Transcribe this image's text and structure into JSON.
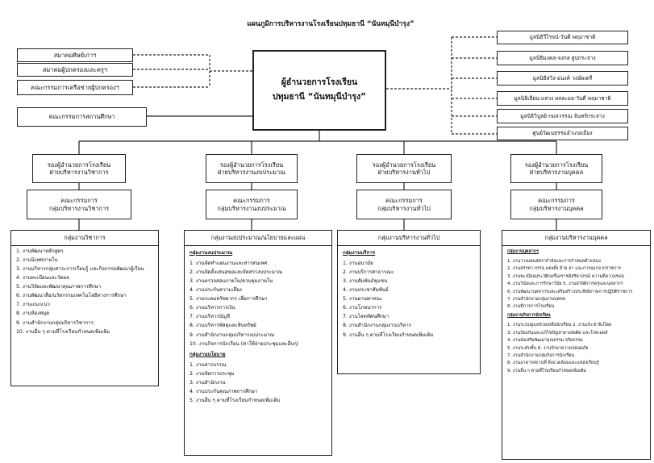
{
  "title": "แผนภูมิการบริหารงานโรงเรียนปทุมธานี “นันทมุนีบำรุง”",
  "director": {
    "line1": "ผู้อำนวยการโรงเรียน",
    "line2": "ปทุมธานี “นันทมุนีบำรุง”"
  },
  "left_boxes": [
    "สมาคมศิษย์เก่าฯ",
    "สมาคมผู้ปกครองและครูฯ",
    "คณะกรรมการเครือข่ายผู้ปกครองฯ",
    "คณะกรรมการสถานศึกษา"
  ],
  "right_boxes": [
    "มูลนิธิวีโรจน์-วันดี พฤมาชาติ",
    "มูลนิธิมงคล-จงกล ฐปกระจ่าง",
    "มูลนิธิสวิง-อนงค์ วงษ์ผเดรี",
    "มูลนิธิเยียน-แสวง ผลละออ-วันดี พฤมาชาติ",
    "มูลนิธิวิบูลย์-กมลวรรณ จันทร์กระจ่าง",
    "ศูนย์วัฒนธรรมอำเภอเมือง"
  ],
  "deputies": [
    {
      "l1": "รองผู้อำนวยการโรงเรียน",
      "l2": "ฝ่ายบริหารงานวิชาการ"
    },
    {
      "l1": "รองผู้อำนวยการโรงเรียน",
      "l2": "ฝ่ายบริหารงานงบประมาณ"
    },
    {
      "l1": "รองผู้อำนวยการโรงเรียน",
      "l2": "ฝ่ายบริหารงานทั่วไป"
    },
    {
      "l1": "รองผู้อำนวยการโรงเรียน",
      "l2": "ฝ่ายบริหารงานบุคคล"
    }
  ],
  "committees": [
    {
      "l1": "คณะกรรมการ",
      "l2": "กลุ่มบริหารงานวิชาการ"
    },
    {
      "l1": "คณะกรรมการ",
      "l2": "กลุ่มบริหารงานงบประมาณ"
    },
    {
      "l1": "คณะกรรมการ",
      "l2": "กลุ่มบริหารงานทั่วไป"
    },
    {
      "l1": "คณะกรรมการ",
      "l2": "กลุ่มบริหารงานบุคคล"
    }
  ],
  "groups": [
    {
      "header": "กลุ่มงานวิชาการ",
      "sections": [
        {
          "sub": "",
          "items": [
            "1. งานพัฒนาหลักสูตร",
            "2. งานนิเทศภายใน",
            "3. งานบริหารกลุ่มสาระการเรียนรู้ และกิจกรรมพัฒนาผู้เรียน",
            "4. งานทะเบียนและวัดผล",
            "5. งานวิจัยและพัฒนาคุณภาพการศึกษา",
            "6. งานพัฒนาสื่อ/นวัตกรรมเทคโนโลยีทางการศึกษา",
            "7. งานแนะแนว",
            "8. งานห้องสมุด",
            "9. งานสำนักงานกลุ่มบริหารวิชาการ",
            "10. งานอื่น ๆ ตามที่โรงเรียนกำหนดเพิ่มเติม"
          ]
        }
      ]
    },
    {
      "header": "กลุ่มงานงบประมาณ/นโยบายและแผน",
      "sections": [
        {
          "sub": "กลุ่มงานงบประมาณ",
          "items": [
            "1. งานจัดทำแผนงานและสารสนเทศ",
            "2. งานจัดตั้งเสนอขอและจัดสรรงบประมาณ",
            "3. งานตรวจสอบภายใน/ควบคุมภายใน",
            "4. งานประกันความเสี่ยง",
            "5. งานระดมทรัพยากร เพื่อการศึกษา",
            "6. งานบริหารการเงิน",
            "7. งานบริหารบัญชี",
            "8. งานบริหารพัสดุและสินทรัพย์",
            "9. งานสำนักงานกลุ่มบริหารงบประมาณ",
            "10. งานกิจการนักเรียน (ค่าใช้จ่ายประชุมและอื่นๆ)"
          ]
        },
        {
          "sub": "กลุ่มงานนโยบาย",
          "items": [
            "1. งานสารบรรณ",
            "2. งานจัดการประชุม",
            "3. งานสำนักงาน",
            "4. งานประกันคุณภาพการศึกษา",
            "5. งานอื่น ๆ ตามที่โรงเรียนกำหนดเพิ่มเติม"
          ]
        }
      ]
    },
    {
      "header": "กลุ่มงานบริหารงานทั่วไป",
      "sections": [
        {
          "sub": "กลุ่มงานบริการ",
          "items": [
            "1. งานอนามัย",
            "2. งานบริการสาธารณะ",
            "3. งานสัมพันธ์ชุมชน",
            "4. งานประชาสัมพันธ์",
            "5. งานยานพาหนะ",
            "6. งานโภชนาการ",
            "7. งานโสตทัศนศึกษา",
            "8. งานสำนักงานกลุ่มงานบริหาร",
            "9. งานอื่น ๆ ตามที่โรงเรียนกำหนดเพิ่มเติม"
          ]
        }
      ]
    },
    {
      "header": "กลุ่มงานบริหารงานบุคคล",
      "sections": [
        {
          "sub": "กลุ่มงานบุคลากร",
          "items": [
            "1. งานวางแผนอัตรากำลังและการกำหนดตำแหน่ง",
            "2. งานสรรหา บรรจุ แต่งตั้ง ย้าย ลา และการออกจากราชการ",
            "3. งานทะเบียนประวัติ/เครื่องราชอิสริยาภรณ์ ความดีความชอบ",
            "4. งานวินัยและการรักษาวินัย 5. งานสวัสดิการครูและบุคลากร",
            "6. งานพัฒนาบุคลากรและเสริมสร้างประสิทธิภาพการปฏิบัติราชการ",
            "7. งานสำนักงานกลุ่มงานบุคคล",
            "8. งานมีการการโรงเรียน"
          ]
        },
        {
          "sub": "กลุ่มงานกิจการนักเรียน",
          "items": [
            "1. งานระบบดูแลช่วยเหลือนักเรียน 2. งานประชาธิปไตย",
            "3. งานป้องกันและแก้ไขปัญหายาเสพติด และโรคเอดส์",
            "4. งานส่งเสริมพัฒนาคุณธรรม จริยธรรม",
            "5. งานระดับชั้น 6. งานรักษาความปลอดภัย",
            "7. งานสำนักงานกลุ่มกิจการนักเรียน",
            "8. งานอาคารสถานที่ สิ่งแวดล้อมและแหล่งเรียนรู้",
            "9. งานอื่น ๆ ตามที่โรงเรียนกำหนดเพิ่มเติม"
          ]
        }
      ]
    }
  ]
}
